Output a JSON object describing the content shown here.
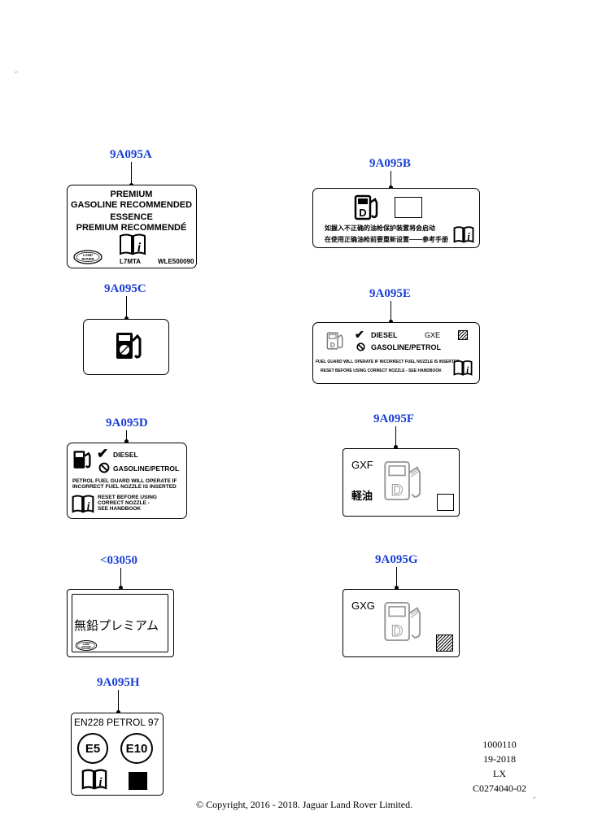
{
  "labels": {
    "a": {
      "callout": "9A095A",
      "line1": "PREMIUM",
      "line2": "GASOLINE RECOMMENDED",
      "line3": "ESSENCE",
      "line4": "PREMIUM RECOMMENDÉ",
      "logo": "LAND ROVER",
      "code1": "L7MTA",
      "code2": "WLE500090"
    },
    "b": {
      "callout": "9A095B",
      "text1": "如握入不正确的油枪保护装置将会启动",
      "text2": "在使用正确油枪前要重新设置——参考手册"
    },
    "c": {
      "callout": "9A095C"
    },
    "e": {
      "callout": "9A095E",
      "diesel": "DIESEL",
      "code": "GXE",
      "gasoline": "GASOLINE/PETROL",
      "warn1": "FUEL GUARD WILL OPERATE IF INCORRECT FUEL NOZZLE IS INSERTED",
      "warn2": "RESET BEFORE USING CORRECT  NOZZLE - SEE HANDBOOK"
    },
    "d": {
      "callout": "9A095D",
      "diesel": "DIESEL",
      "gasoline": "GASOLINE/PETROL",
      "warn1": "PETROL FUEL GUARD WILL OPERATE IF",
      "warn2": "INCORRECT FUEL NOZZLE IS INSERTED",
      "reset1": "RESET BEFORE USING",
      "reset2": "CORRECT  NOZZLE -",
      "reset3": "SEE HANDBOOK"
    },
    "f": {
      "callout": "9A095F",
      "code": "GXF",
      "kanji": "軽油"
    },
    "jp": {
      "callout": "<03050",
      "text": "無鉛プレミアム",
      "logo": "LAND ROVER"
    },
    "g": {
      "callout": "9A095G",
      "code": "GXG"
    },
    "h": {
      "callout": "9A095H",
      "title": "EN228 PETROL 97",
      "e5": "E5",
      "e10": "E10"
    }
  },
  "reference": {
    "line1": "1000110",
    "line2": "19-2018",
    "line3": "LX",
    "line4": "C0274040-02"
  },
  "footer": {
    "copyright": "© Copyright, 2016 - 2018. Jaguar Land Rover Limited."
  }
}
